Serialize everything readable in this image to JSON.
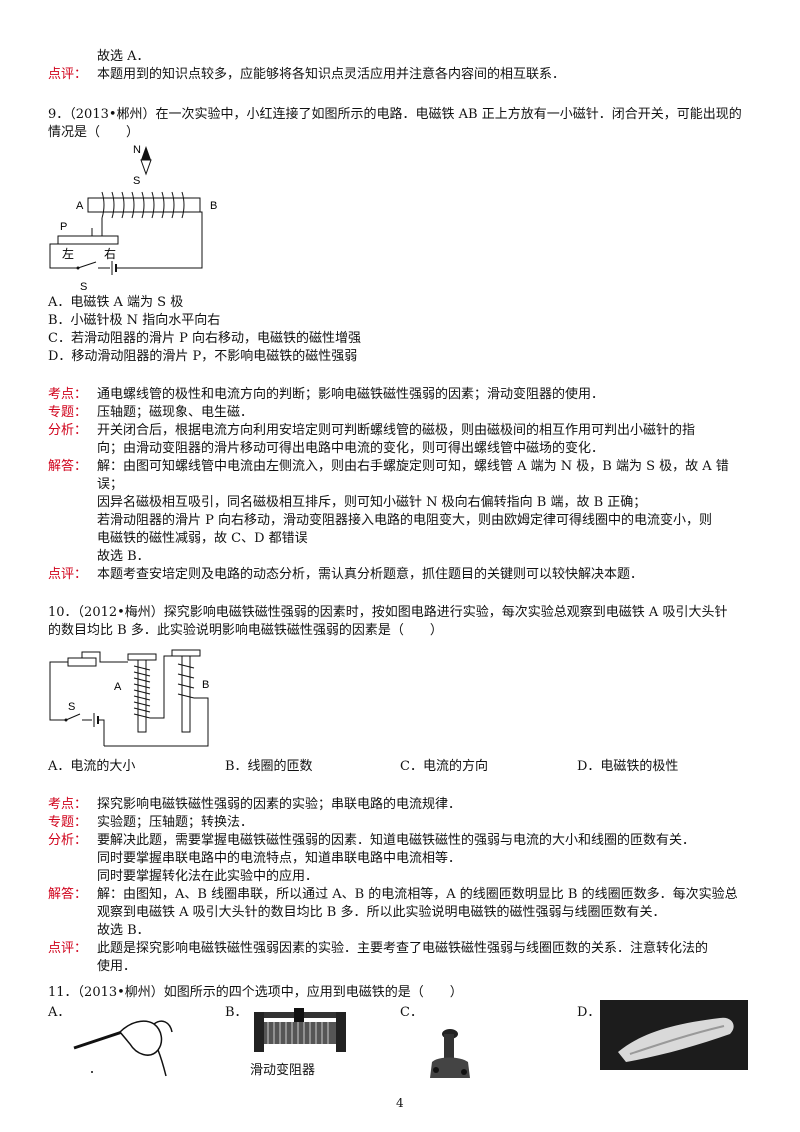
{
  "top": {
    "conclusion": "故选 A．",
    "comment_label": "点评：",
    "comment": "本题用到的知识点较多，应能够将各知识点灵活应用并注意各内容间的相互联系．"
  },
  "q9": {
    "stem_1": "9．（2013•郴州）在一次实验中，小红连接了如图所示的电路．电磁铁 AB 正上方放有一小磁针．闭合开关，可能出现的",
    "stem_2": "情况是（　　）",
    "fig": {
      "n": "N",
      "s_top": "S",
      "a": "A",
      "b": "B",
      "p": "P",
      "left": "左",
      "right": "右",
      "s_switch": "S"
    },
    "options": [
      "A．电磁铁 A 端为 S 极",
      "B．小磁针极 N 指向水平向右",
      "C．若滑动阻器的滑片 P 向右移动，电磁铁的磁性增强",
      "D．移动滑动阻器的滑片 P，不影响电磁铁的磁性强弱"
    ],
    "kaodian_label": "考点：",
    "kaodian": "通电螺线管的极性和电流方向的判断；影响电磁铁磁性强弱的因素；滑动变阻器的使用．",
    "zhuanti_label": "专题：",
    "zhuanti": "压轴题；磁现象、电生磁．",
    "fenxi_label": "分析：",
    "fenxi_1": "开关闭合后，根据电流方向利用安培定则可判断螺线管的磁极，则由磁极间的相互作用可判出小磁针的指",
    "fenxi_2": "向；由滑动变阻器的滑片移动可得出电路中电流的变化，则可得出螺线管中磁场的变化．",
    "jieda_label": "解答：",
    "jieda_1": "解：由图可知螺线管中电流由左侧流入，则由右手螺旋定则可知，螺线管 A 端为 N 极，B 端为 S 极，故 A 错",
    "jieda_2": "误；",
    "jieda_3": "因异名磁极相互吸引，同名磁极相互排斥，则可知小磁针 N 极向右偏转指向 B 端，故 B 正确；",
    "jieda_4": "若滑动阻器的滑片 P 向右移动，滑动变阻器接入电路的电阻变大，则由欧姆定律可得线圈中的电流变小，则",
    "jieda_5": "电磁铁的磁性减弱，故 C、D 都错误",
    "jieda_6": "故选 B．",
    "dianping_label": "点评：",
    "dianping": "本题考查安培定则及电路的动态分析，需认真分析题意，抓住题目的关键则可以较快解决本题．"
  },
  "q10": {
    "stem_1": "10．（2012•梅州）探究影响电磁铁磁性强弱的因素时，按如图电路进行实验，每次实验总观察到电磁铁 A 吸引大头针",
    "stem_2": "的数目均比 B 多．此实验说明影响电磁铁磁性强弱的因素是（　　）",
    "fig": {
      "a": "A",
      "b": "B",
      "s": "S"
    },
    "options": [
      "A．电流的大小",
      "B．线圈的匝数",
      "C．电流的方向",
      "D．电磁铁的极性"
    ],
    "kaodian_label": "考点：",
    "kaodian": "探究影响电磁铁磁性强弱的因素的实验；串联电路的电流规律．",
    "zhuanti_label": "专题：",
    "zhuanti": "实验题；压轴题；转换法．",
    "fenxi_label": "分析：",
    "fenxi_1": "要解决此题，需要掌握电磁铁磁性强弱的因素．知道电磁铁磁性的强弱与电流的大小和线圈的匝数有关．",
    "fenxi_2": "同时要掌握串联电路中的电流特点，知道串联电路中电流相等．",
    "fenxi_3": "同时要掌握转化法在此实验中的应用．",
    "jieda_label": "解答：",
    "jieda_1": "解：由图知，A、B 线圈串联，所以通过 A、B 的电流相等，A 的线圈匝数明显比 B 的线圈匝数多．每次实验总",
    "jieda_2": "观察到电磁铁 A 吸引大头针的数目均比 B 多．所以此实验说明电磁铁的磁性强弱与线圈匝数有关．",
    "jieda_3": "故选 B．",
    "dianping_label": "点评：",
    "dianping_1": "此题是探究影响电磁铁磁性强弱因素的实验．主要考查了电磁铁磁性强弱与线圈匝数的关系．注意转化法的",
    "dianping_2": "使用．"
  },
  "q11": {
    "stem": "11．（2013•柳州）如图所示的四个选项中，应用到电磁铁的是（　　）",
    "labels": [
      "A．",
      "B．",
      "C．",
      "D．"
    ],
    "caption_b": "滑动变阻器"
  },
  "page_number": "4"
}
